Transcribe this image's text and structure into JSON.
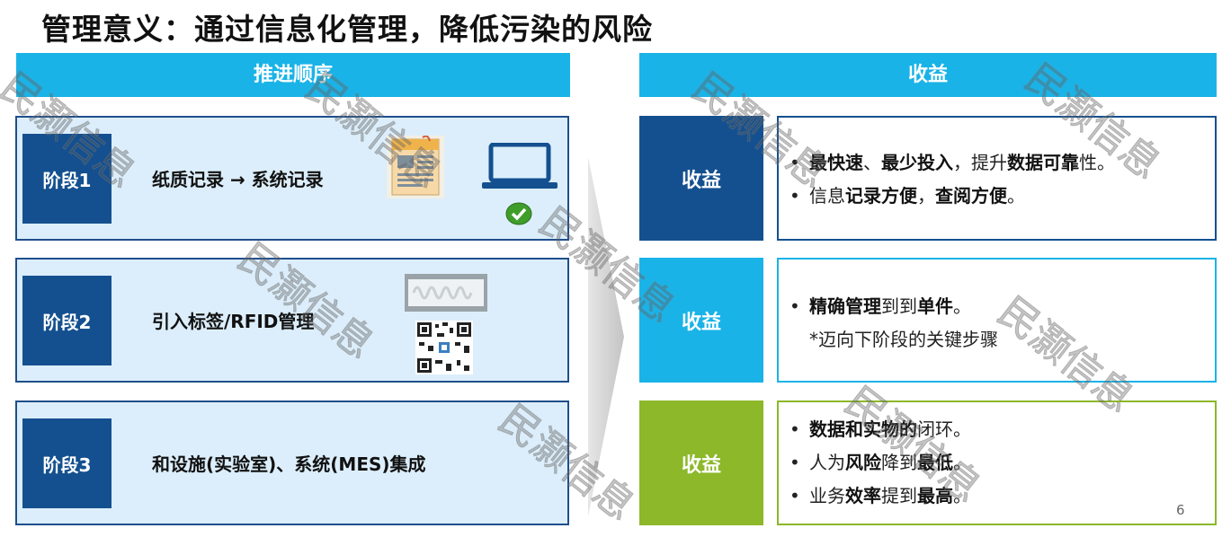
{
  "title": "管理意义：通过信息化管理，降低污染的风险",
  "left_header": "推进顺序",
  "right_header": "收益",
  "stages": [
    {
      "badge": "阶段1",
      "text": "纸质记录 → 系统记录"
    },
    {
      "badge": "阶段2",
      "text": "引入标签/RFID管理"
    },
    {
      "badge": "阶段3",
      "text": "和设施(实验室)、系统(MES)集成"
    }
  ],
  "benefit_label": "收益",
  "benefits": [
    {
      "lines": [
        [
          "•",
          [
            [
              "b",
              "最快速"
            ],
            [
              "t",
              "、"
            ],
            [
              "b",
              "最少投入"
            ],
            [
              "t",
              "，提升"
            ],
            [
              "b",
              "数据可靠"
            ],
            [
              "t",
              "性。"
            ]
          ]
        ],
        [
          "•",
          [
            [
              "t",
              "信息"
            ],
            [
              "b",
              "记录方便"
            ],
            [
              "t",
              "，"
            ],
            [
              "b",
              "查阅方便"
            ],
            [
              "t",
              "。"
            ]
          ]
        ]
      ]
    },
    {
      "lines": [
        [
          "•",
          [
            [
              "b",
              "精确管理"
            ],
            [
              "t",
              "到到"
            ],
            [
              "b",
              "单件"
            ],
            [
              "t",
              "。"
            ]
          ]
        ],
        [
          "",
          [
            [
              "t",
              "*迈向下阶段的关键步骤"
            ]
          ]
        ]
      ]
    },
    {
      "lines": [
        [
          "•",
          [
            [
              "b",
              "数据和实物的"
            ],
            [
              "t",
              "闭环。"
            ]
          ]
        ],
        [
          "•",
          [
            [
              "t",
              "人为"
            ],
            [
              "b",
              "风险"
            ],
            [
              "t",
              "降到"
            ],
            [
              "b",
              "最低"
            ],
            [
              "t",
              "。"
            ]
          ]
        ],
        [
          "•",
          [
            [
              "t",
              "业务"
            ],
            [
              "b",
              "效率"
            ],
            [
              "t",
              "提到"
            ],
            [
              "b",
              "最高"
            ],
            [
              "t",
              "。"
            ]
          ]
        ]
      ]
    }
  ],
  "page_number": "6",
  "watermark": "民灏信息",
  "colors": {
    "dark_blue": "#14508f",
    "light_blue": "#1ab3e8",
    "green": "#8cb82a",
    "stage_bg": "#dceefb"
  },
  "icons": [
    "document-icon",
    "laptop-icon",
    "check-icon",
    "barcode-icon",
    "qr-code-icon",
    "arrow-right-icon"
  ]
}
